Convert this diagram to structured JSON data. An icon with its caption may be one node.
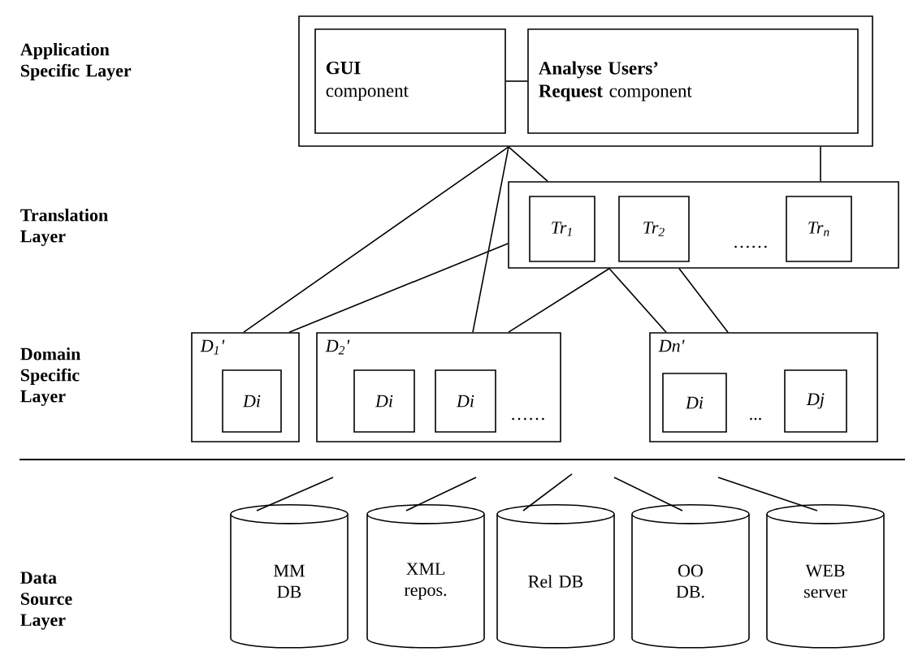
{
  "diagram": {
    "nodes": [
      {
        "text": [],
        "shape": "box"
      },
      {
        "text": [
          "**GUI** component"
        ],
        "in": 0
      },
      {
        "text": [
          "**Analyse Users’ Request** component"
        ],
        "in": 0
      },
      {
        "text": [],
        "shape": "box"
      },
      {
        "text": [
          "Tr$_{1}$"
        ],
        "in": 3
      },
      {
        "text": [
          "Tr$_{2}$"
        ],
        "in": 3
      },
      {
        "text": [
          "Tr$_{n}$"
        ],
        "in": 3
      },
      {
        "text": [
          "D$_{1}$'"
        ]
      },
      {
        "text": [
          "Di"
        ],
        "in": 7
      },
      {
        "text": [
          "D$_{2}$'"
        ]
      },
      {
        "text": [
          "Di"
        ],
        "in": 9
      },
      {
        "text": [
          "Di"
        ],
        "in": 9
      },
      {
        "text": [
          "Dn'"
        ]
      },
      {
        "text": [
          "Di"
        ],
        "in": 12
      },
      {
        "text": [
          "Dj"
        ],
        "in": 12
      },
      {
        "text": [
          "MM DB"
        ]
      },
      {
        "text": [
          "XML repos."
        ]
      },
      {
        "text": [
          "Rel DB"
        ]
      },
      {
        "text": [
          "OO DB."
        ]
      },
      {
        "text": [
          "WEB server"
        ]
      }
    ],
    "edges": [
      {
        "from": 1,
        "to": 2,
        "arrow": "none"
      },
      {
        "from": 0,
        "to": 3,
        "arrow": "none"
      },
      {
        "from": 0,
        "to": 7,
        "arrow": "none"
      },
      {
        "from": 0,
        "to": 9,
        "arrow": "none"
      },
      {
        "from": 0,
        "to": 3,
        "arrow": "none"
      },
      {
        "from": 3,
        "to": 7,
        "arrow": "none"
      },
      {
        "from": 3,
        "to": 9,
        "arrow": "none"
      },
      {
        "from": 3,
        "to": 12,
        "arrow": "none"
      },
      {
        "from": 3,
        "to": 12,
        "arrow": "none"
      },
      {
        "from": null,
        "to": 15,
        "arrow": "none"
      },
      {
        "from": null,
        "to": 16,
        "arrow": "none"
      },
      {
        "from": null,
        "to": 17,
        "arrow": "none"
      },
      {
        "from": null,
        "to": 18,
        "arrow": "none"
      },
      {
        "from": null,
        "to": 19,
        "arrow": "none"
      }
    ],
    "labels": [
      "Application Specific Layer",
      "Translation Layer",
      "Domain Specific Layer",
      "Data Source Layer",
      "……",
      "……",
      "..."
    ]
  }
}
